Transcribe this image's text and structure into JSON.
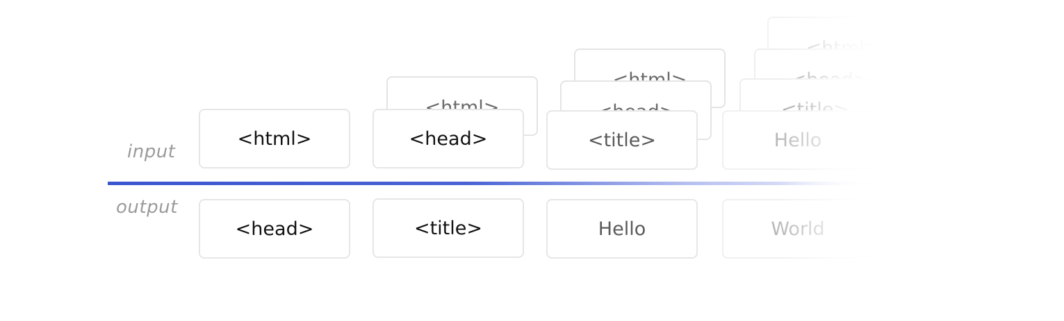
{
  "labels": {
    "input": "input",
    "output": "output"
  },
  "ghost_tokens": {
    "col2": [
      "<html>"
    ],
    "col3": [
      "<html>",
      "<head>"
    ],
    "col4": [
      "<html>",
      "<head>",
      "<title>"
    ]
  },
  "input_tokens": [
    "<html>",
    "<head>",
    "<title>",
    "Hello"
  ],
  "output_tokens": [
    "<head>",
    "<title>",
    "Hello",
    "World"
  ],
  "colors": {
    "axis": "#3a55d0",
    "border": "#e6e6e6",
    "label": "#9a9a9a"
  }
}
